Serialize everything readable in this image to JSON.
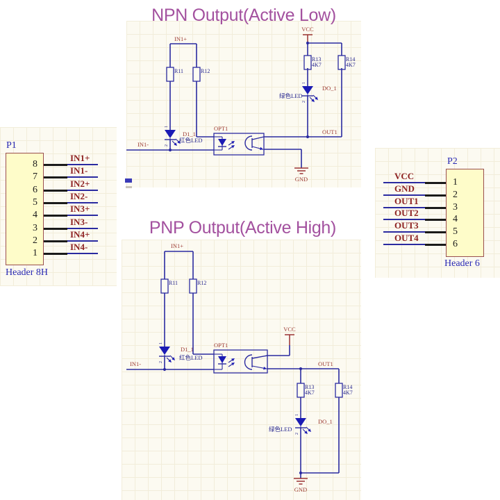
{
  "npn": {
    "title": "NPN Output(Active Low)",
    "in_plus": "IN1+",
    "in_minus": "IN1-",
    "r11_ref": "R11",
    "r12_ref": "R12",
    "d_ref": "D1_1",
    "d_name": "红色LED",
    "opt_ref": "OPT1",
    "vcc": "VCC",
    "gnd": "GND",
    "out": "OUT1",
    "r13_ref": "R13",
    "r13_val": "4K7",
    "r14_ref": "R14",
    "r14_val": "4K7",
    "do_ref": "DO_1",
    "do_name": "绿色LED",
    "pin1": "1",
    "pin2": "2"
  },
  "pnp": {
    "title": "PNP Output(Active High)",
    "in_plus": "IN1+",
    "in_minus": "IN1-",
    "r11_ref": "R11",
    "r12_ref": "R12",
    "d_ref": "D1_1",
    "d_name": "红色LED",
    "opt_ref": "OPT1",
    "vcc": "VCC",
    "gnd": "GND",
    "out": "OUT1",
    "r13_ref": "R13",
    "r13_val": "4K7",
    "r14_ref": "R14",
    "r14_val": "4K7",
    "do_ref": "DO_1",
    "do_name": "绿色LED",
    "pin1": "1",
    "pin2": "2"
  },
  "p1": {
    "ref": "P1",
    "type": "Header 8H",
    "pins": [
      "8",
      "7",
      "6",
      "5",
      "4",
      "3",
      "2",
      "1"
    ],
    "nets": [
      "IN1+",
      "IN1-",
      "IN2+",
      "IN2-",
      "IN3+",
      "IN3-",
      "IN4+",
      "IN4-"
    ]
  },
  "p2": {
    "ref": "P2",
    "type": "Header 6",
    "pins": [
      "1",
      "2",
      "3",
      "4",
      "5",
      "6"
    ],
    "nets": [
      "VCC",
      "GND",
      "OUT1",
      "OUT2",
      "OUT3",
      "OUT4"
    ]
  },
  "colors": {
    "title_purple": "#a3519f",
    "net_label_red": "#8e2222",
    "wire_blue": "#2a2aa0",
    "led_blue": "#1b1bb4",
    "power_red": "#993333",
    "header_fill": "#fefcc9",
    "header_border": "#9a4f4f"
  }
}
